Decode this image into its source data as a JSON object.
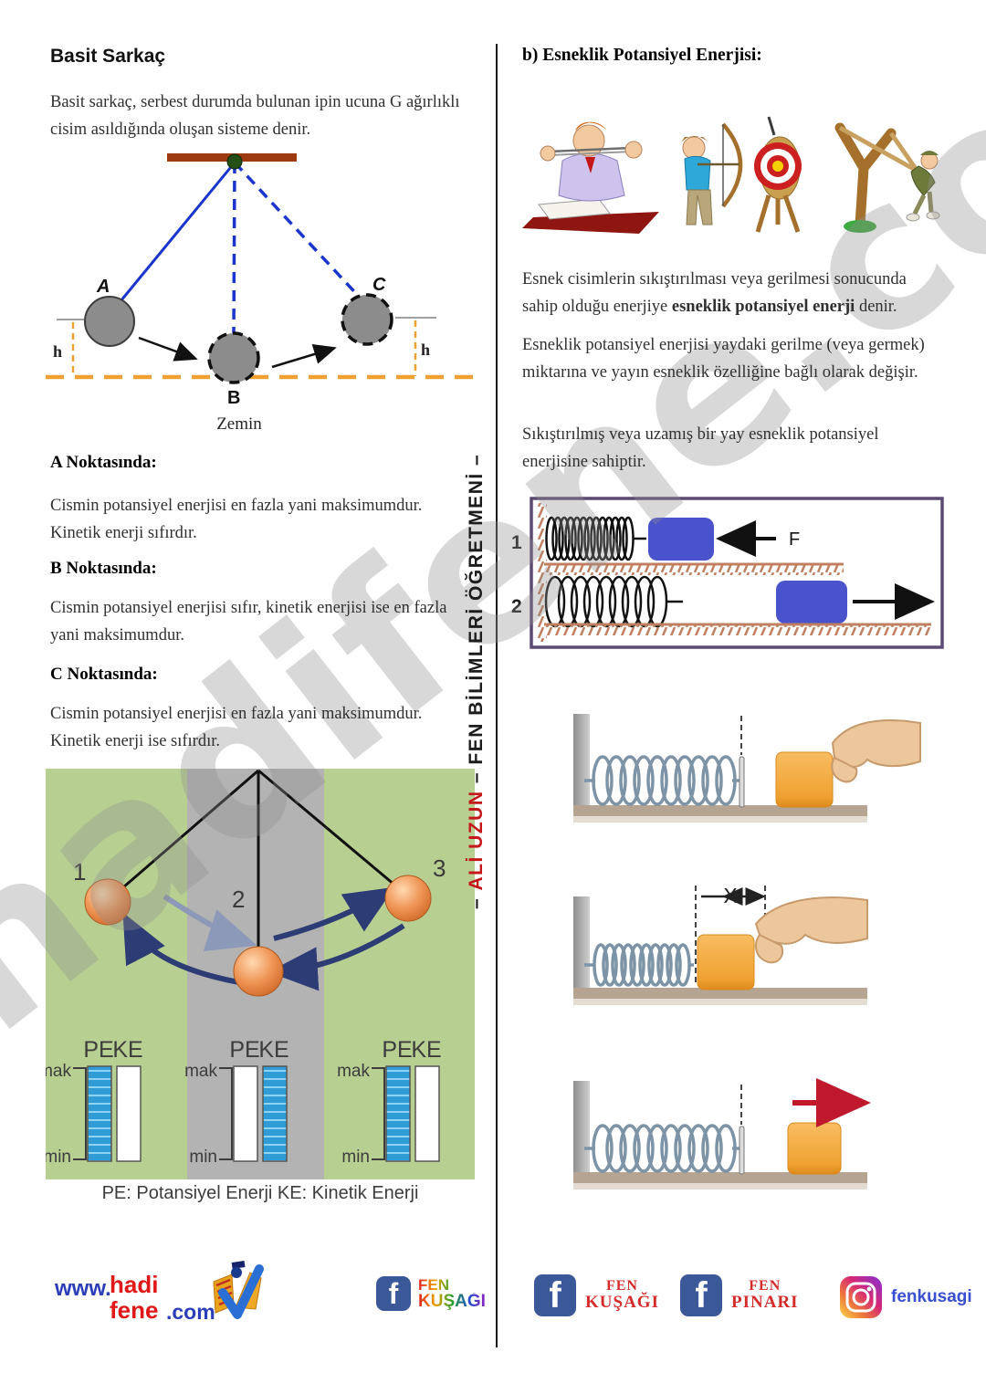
{
  "watermark": "hadifene.com",
  "icons": {
    "facebook_glyph": "f"
  },
  "colors": {
    "rope_blue": "#1a35cc",
    "ground_orange": "#f0a030",
    "bar_brown": "#9e3a10",
    "ball_gray": "#8c8c8c",
    "panel_green": "#b8cf92",
    "panel_gray": "#b3b3b3",
    "energy_bar_blue": "#2f9cd6",
    "pendulum_ball_orange": "#e07b30",
    "spring_box_border": "#5c4a72",
    "block_blue": "#4a52cc",
    "hatch_brown": "#c08060",
    "cube_orange": "#f2a53f",
    "launch_arrow_red": "#c0182c",
    "facebook_blue": "#3b5998",
    "footer_label_red": "#d42b2b",
    "instagram_handle_blue": "#3a4fd0"
  },
  "divider_signature": {
    "pre": "– ",
    "name": "ALİ UZUN",
    "rest": " – FEN BİLİMLERİ ÖĞRETMENİ –"
  },
  "left": {
    "title": "Basit Sarkaç",
    "intro": "Basit sarkaç, serbest durumda bulunan ipin ucuna G ağırlıklı cisim asıldığında oluşan sisteme denir.",
    "pendulum": {
      "label_a": "A",
      "label_b": "B",
      "label_c": "C",
      "h_left": "h",
      "h_right": "h",
      "ground_label": "Zemin"
    },
    "sections": [
      {
        "heading": "A Noktasında:",
        "body": "Cismin potansiyel enerjisi en fazla yani maksimumdur. Kinetik enerji sıfırdır."
      },
      {
        "heading": "B Noktasında:",
        "body": "Cismin potansiyel enerjisi sıfır, kinetik enerjisi ise en fazla yani maksimumdur."
      },
      {
        "heading": "C Noktasında:",
        "body": "Cismin potansiyel enerjisi en fazla yani maksimumdur. Kinetik enerji ise sıfırdır."
      }
    ],
    "energy_figure": {
      "pos1": "1",
      "pos2": "2",
      "pos3": "3",
      "pe": "PE",
      "ke": "KE",
      "mak": "mak",
      "min": "min",
      "caption": "PE: Potansiyel Enerji  KE: Kinetik Enerji",
      "bars": [
        {
          "position": "1",
          "pe_level": "mak",
          "ke_level": "min"
        },
        {
          "position": "2",
          "pe_level": "min",
          "ke_level": "mak"
        },
        {
          "position": "3",
          "pe_level": "mak",
          "ke_level": "min"
        }
      ]
    },
    "footer": {
      "www": "www.",
      "name_top": "hadi",
      "name_bottom": "fene",
      "tld": ".com",
      "fb_line1": "FEN",
      "fb_line2": "KUŞAĞI"
    }
  },
  "right": {
    "title": "b) Esneklik Potansiyel Enerjisi:",
    "para1_pre": "Esnek cisimlerin sıkıştırılması veya gerilmesi sonucunda sahip olduğu enerjiye ",
    "para1_bold": "esneklik potansiyel enerji",
    "para1_post": " denir.",
    "para2": "Esneklik potansiyel enerjisi yaydaki gerilme (veya germek) miktarına ve yayın esneklik özelliğine bağlı olarak değişir.",
    "para3": "Sıkıştırılmış veya uzamış bir yay esneklik potansiyel enerjisine sahiptir.",
    "spring_box": {
      "row1": "1",
      "row2": "2",
      "force": "F"
    },
    "compression_label": "X",
    "footer": {
      "fb1_line1": "FEN",
      "fb1_line2": "KUŞAĞI",
      "fb2_line1": "FEN",
      "fb2_line2": "PINARI",
      "ig_handle": "fenkusagi"
    }
  }
}
